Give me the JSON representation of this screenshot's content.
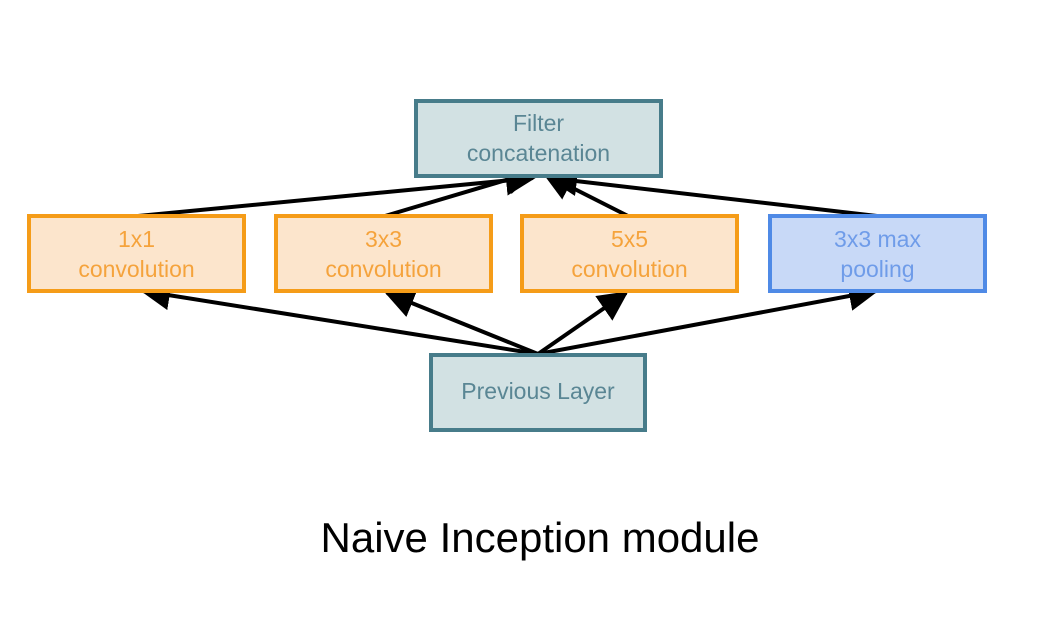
{
  "diagram": {
    "nodes": {
      "filter_concat": {
        "line1": "Filter",
        "line2": "concatenation"
      },
      "conv1x1": {
        "line1": "1x1",
        "line2": "convolution"
      },
      "conv3x3": {
        "line1": "3x3",
        "line2": "convolution"
      },
      "conv5x5": {
        "line1": "5x5",
        "line2": "convolution"
      },
      "maxpool3x3": {
        "line1": "3x3 max",
        "line2": "pooling"
      },
      "previous_layer": {
        "line1": "Previous Layer"
      }
    },
    "edges": [
      {
        "from": "previous_layer",
        "to": "conv1x1"
      },
      {
        "from": "previous_layer",
        "to": "conv3x3"
      },
      {
        "from": "previous_layer",
        "to": "conv5x5"
      },
      {
        "from": "previous_layer",
        "to": "maxpool3x3"
      },
      {
        "from": "conv1x1",
        "to": "filter_concat"
      },
      {
        "from": "conv3x3",
        "to": "filter_concat"
      },
      {
        "from": "conv5x5",
        "to": "filter_concat"
      },
      {
        "from": "maxpool3x3",
        "to": "filter_concat"
      }
    ],
    "colors": {
      "teal_fill": "#d2e1e3",
      "teal_stroke": "#477c8a",
      "teal_text": "#5a8694",
      "orange_fill": "#fce5cc",
      "orange_stroke": "#f59c18",
      "orange_text": "#f5a33c",
      "blue_fill": "#c8d9f7",
      "blue_stroke": "#4f8ae6",
      "blue_text": "#6f9ce9",
      "arrow": "#000000"
    }
  },
  "caption": "Naive Inception module"
}
